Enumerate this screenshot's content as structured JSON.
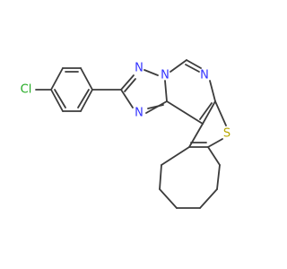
{
  "diagram": {
    "type": "chemical-structure",
    "atoms": {
      "cl": "Cl",
      "n_triazole_top": "N",
      "n_triazole_bridge": "N",
      "n_triazole_bottom": "N",
      "n_pyrimidine": "N",
      "s_thiophene": "S"
    },
    "colors": {
      "bond": "#3c3c3c",
      "nitrogen": "#3333ff",
      "sulfur": "#b8a800",
      "chlorine": "#22aa22",
      "background": "#ffffff"
    }
  }
}
